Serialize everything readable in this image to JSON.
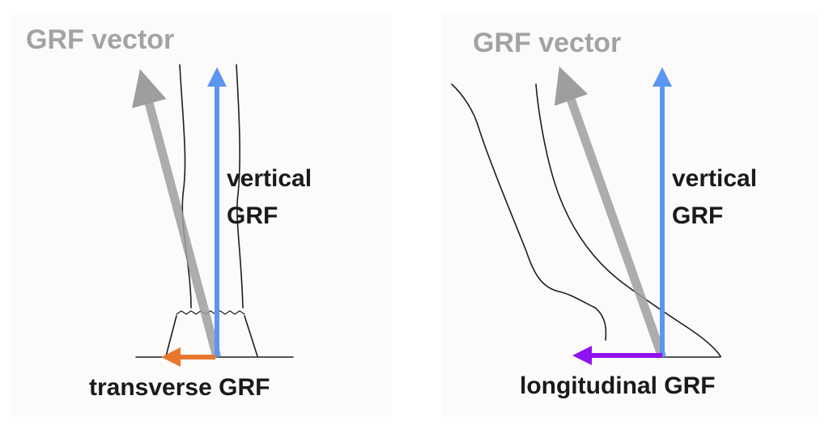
{
  "left_panel": {
    "vector_label": "GRF vector",
    "vertical_label_line1": "vertical",
    "vertical_label_line2": "GRF",
    "horizontal_label": "transverse GRF"
  },
  "right_panel": {
    "vector_label": "GRF vector",
    "vertical_label_line1": "vertical",
    "vertical_label_line2": "GRF",
    "horizontal_label": "longitudinal GRF"
  },
  "colors": {
    "grf_vector": "#9e9e9e",
    "vertical_grf": "#5b96f0",
    "transverse_grf": "#e8772e",
    "longitudinal_grf": "#8f12f0",
    "outline": "#1e1e1e"
  }
}
